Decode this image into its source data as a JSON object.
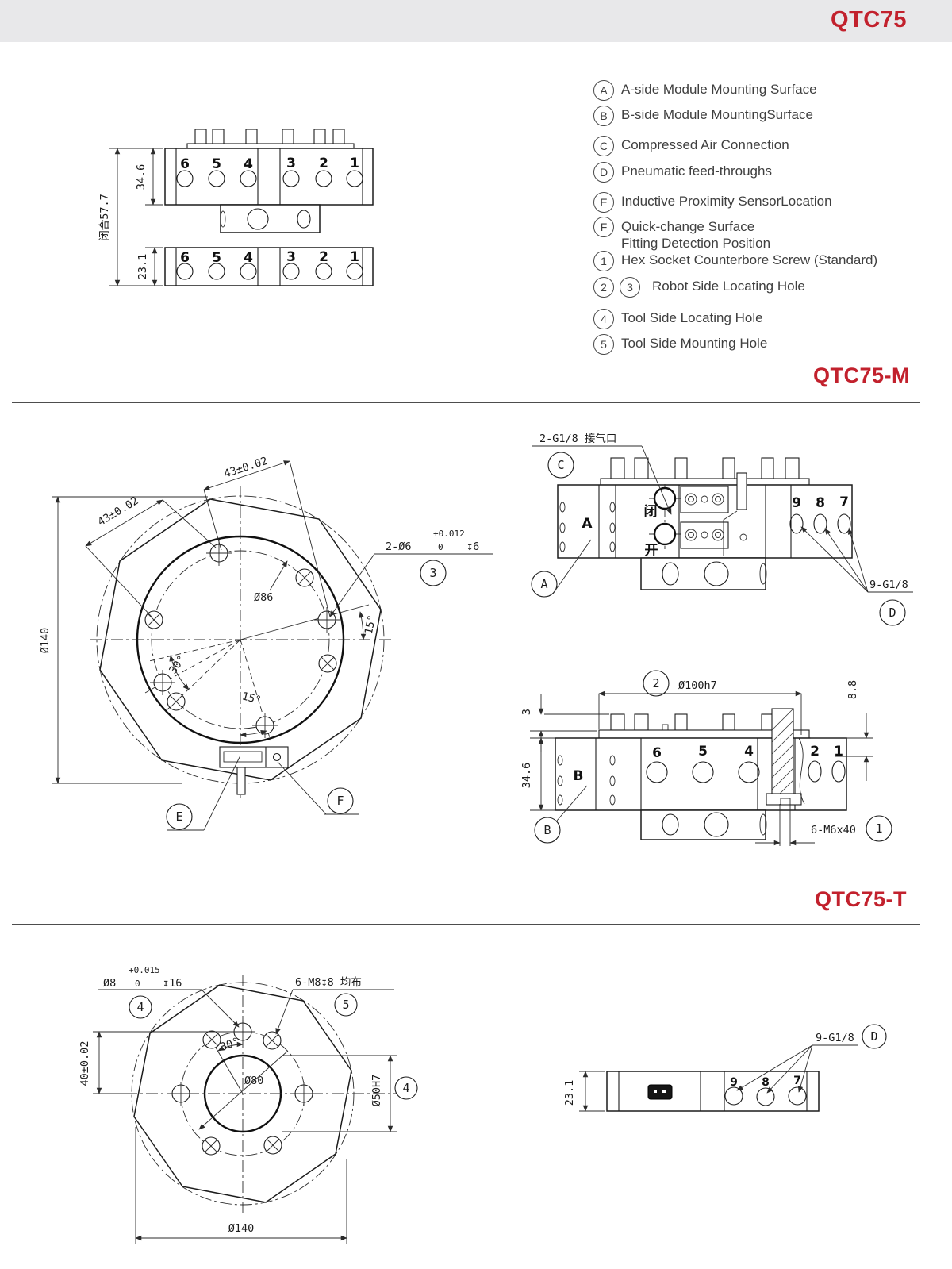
{
  "banner": {
    "title": "QTC75"
  },
  "sections": {
    "m": "QTC75-M",
    "t": "QTC75-T"
  },
  "legend": {
    "items": [
      {
        "badge": "A",
        "label": "A-side Module Mounting Surface"
      },
      {
        "badge": "B",
        "label": "B-side Module MountingSurface"
      },
      {
        "badge": "C",
        "label": "Compressed Air Connection"
      },
      {
        "badge": "D",
        "label": "Pneumatic feed-throughs"
      },
      {
        "badge": "E",
        "label": "Inductive Proximity SensorLocation"
      },
      {
        "badge": "F",
        "label": "Quick-change Surface",
        "label2": "Fitting Detection Position"
      },
      {
        "badge": "1",
        "label": "Hex Socket Counterbore Screw (Standard)"
      },
      {
        "badge": "2",
        "badge2": "3",
        "label": "Robot Side Locating Hole"
      },
      {
        "badge": "4",
        "label": "Tool Side Locating Hole"
      },
      {
        "badge": "5",
        "label": "Tool Side Mounting Hole"
      }
    ]
  },
  "front_view": {
    "dim_closed": "闭合57.7",
    "dim_upper": "34.6",
    "dim_lower": "23.1",
    "ports": [
      "6",
      "5",
      "4",
      "3",
      "2",
      "1"
    ]
  },
  "m_flange": {
    "dim_d140": "Ø140",
    "dim_d86": "Ø86",
    "dim_43_left": "43±0.02",
    "dim_43_top": "43±0.02",
    "ang_30": "30°",
    "ang_15_right": "15°",
    "ang_15_bottom": "15°",
    "note_hole": "2-Ø6",
    "tol_plus": "+0.012",
    "tol_zero": "0",
    "depth": "↧6",
    "callout_3": "3",
    "callout_e": "E",
    "callout_f": "F"
  },
  "m_top_view": {
    "note_air": "2-G1/8 接气口",
    "callout_c": "C",
    "callout_a": "A",
    "label_a": "A",
    "label_close": "闭",
    "label_open": "开",
    "ports": [
      "9",
      "8",
      "7"
    ],
    "note_ports": "9-G1/8",
    "callout_d": "D"
  },
  "m_section_view": {
    "callout_2": "2",
    "dim_d100": "Ø100h7",
    "dim_88": "8.8",
    "dim_3": "3",
    "dim_346": "34.6",
    "label_b": "B",
    "callout_b": "B",
    "ports": [
      "6",
      "5",
      "4",
      "2",
      "1"
    ],
    "note_screw": "6-M6x40",
    "callout_1": "1"
  },
  "t_flange": {
    "note_hole": "Ø8",
    "tol_plus": "+0.015",
    "tol_zero": "0",
    "depth": "↧16",
    "callout_4a": "4",
    "note_thread": "6-M8↧8 均布",
    "callout_5": "5",
    "ang_30": "30°",
    "dim_40": "40±0.02",
    "dim_d80": "Ø80",
    "dim_d50": "Ø50H7",
    "callout_4b": "4",
    "dim_d140": "Ø140"
  },
  "t_side_view": {
    "dim_231": "23.1",
    "ports": [
      "9",
      "8",
      "7"
    ],
    "note_ports": "9-G1/8",
    "callout_d": "D"
  }
}
